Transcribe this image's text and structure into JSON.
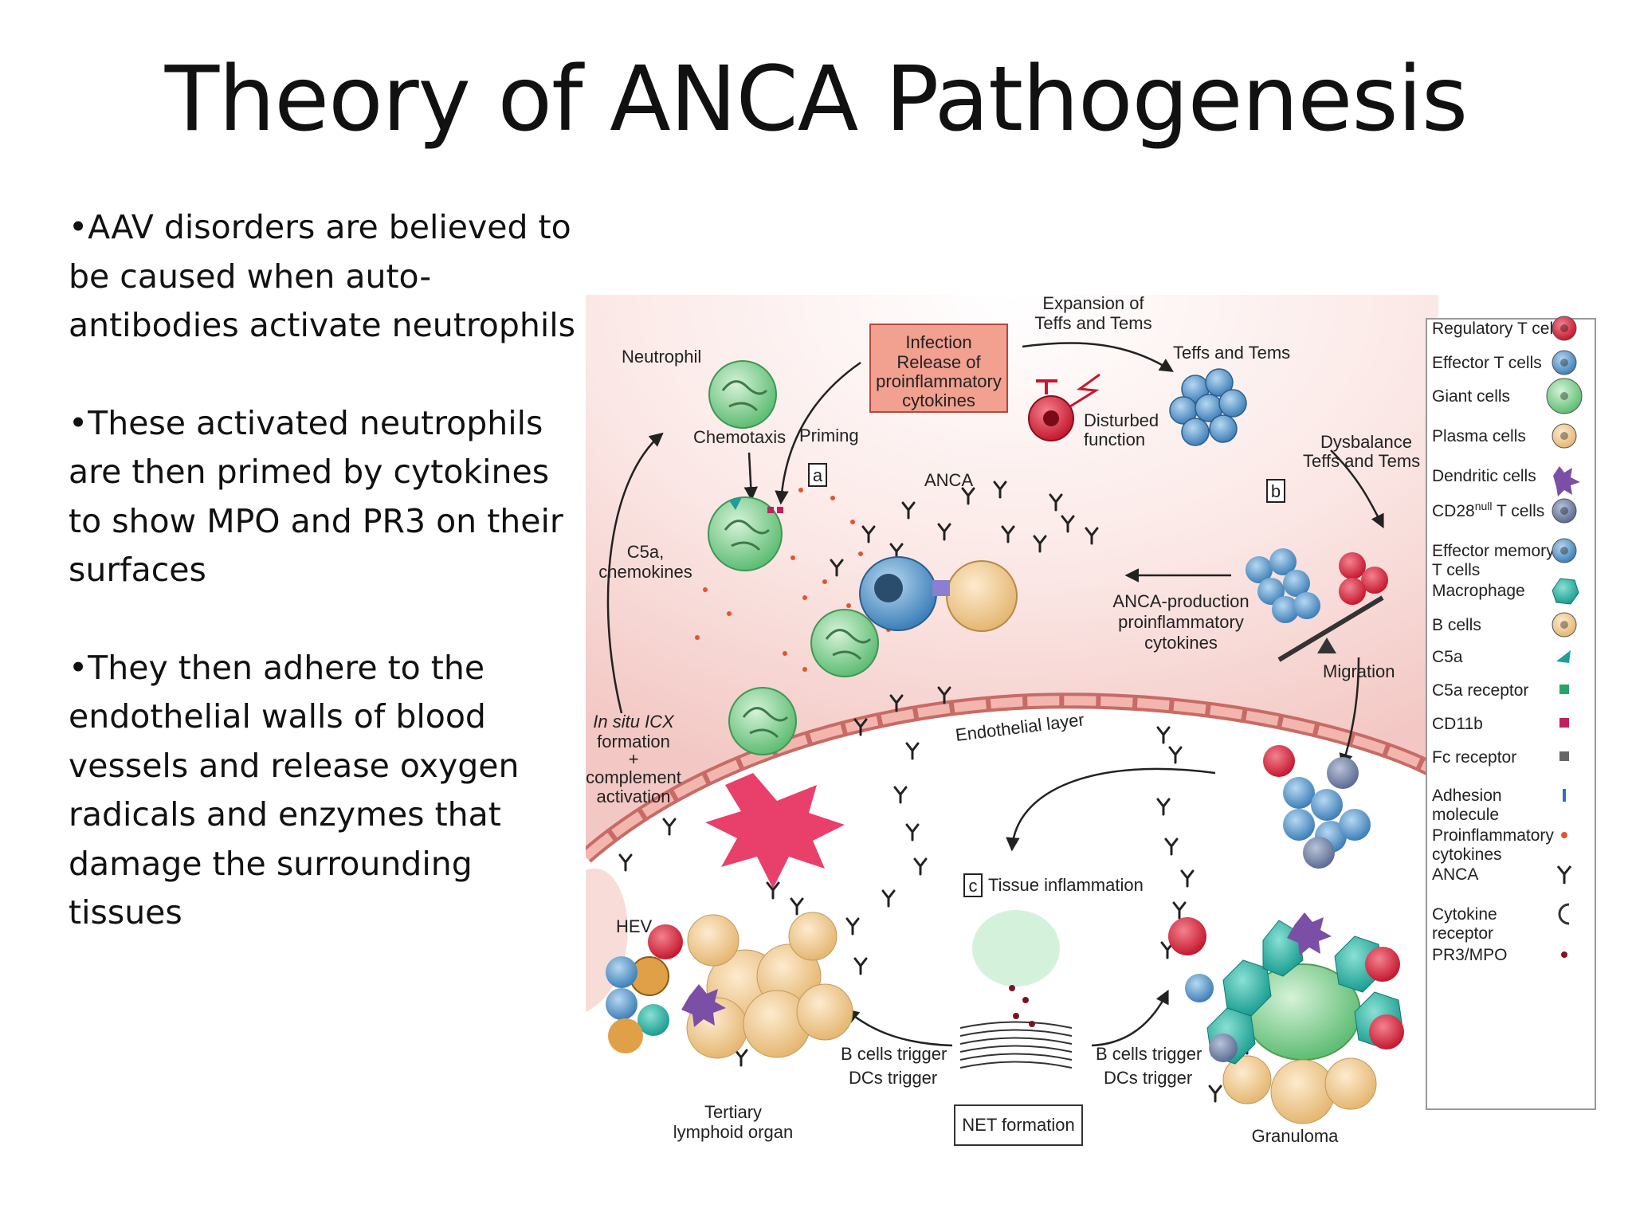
{
  "slide": {
    "title": "Theory of ANCA Pathogenesis",
    "bullets": [
      "•AAV disorders are believed to be caused when auto-antibodies activate neutrophils",
      "•These activated neutrophils are then primed by cytokines to show MPO and PR3 on their surfaces",
      "•They then adhere to the endothelial walls of blood vessels and release oxygen radicals and enzymes that damage the surrounding tissues"
    ]
  },
  "diagram": {
    "labels": {
      "infection_box": [
        "Infection",
        "Release of",
        "proinflammatory",
        "cytokines"
      ],
      "expansion": [
        "Expansion of",
        "Teffs and Tems"
      ],
      "teffs_tems": "Teffs and Tems",
      "disturbed": [
        "Disturbed",
        "function"
      ],
      "neutrophil": "Neutrophil",
      "chemotaxis": "Chemotaxis",
      "priming": "Priming",
      "panel_a": "a",
      "panel_b": "b",
      "panel_c": "c",
      "anca": "ANCA",
      "dysbalance": [
        "Dysbalance",
        "Teffs and Tems"
      ],
      "c5a_chemokines": [
        "C5a,",
        "chemokines"
      ],
      "anca_production": [
        "ANCA-production",
        "proinflammatory",
        "cytokines"
      ],
      "migration": "Migration",
      "endothelial_layer": "Endothelial layer",
      "insitu": [
        "In situ ICX",
        "formation",
        "+",
        "complement",
        "activation"
      ],
      "tissue_inflammation": "Tissue inflammation",
      "hev": "HEV",
      "b_cells_trigger": "B cells trigger",
      "dcs_trigger": "DCs trigger",
      "net_formation": "NET formation",
      "tertiary": [
        "Tertiary",
        "lymphoid organ"
      ],
      "granuloma": "Granuloma"
    },
    "legend": [
      {
        "label": "Regulatory T cells",
        "icon": "red-cell"
      },
      {
        "label": "Effector T cells",
        "icon": "blue-cell"
      },
      {
        "label": "Giant cells",
        "icon": "green-giant-cell"
      },
      {
        "label": "Plasma cells",
        "icon": "tan-cell"
      },
      {
        "label": "Dendritic cells",
        "icon": "purple-star-cell"
      },
      {
        "label": "CD28",
        "sup": "null",
        "suffix": " T cells",
        "icon": "slate-cell"
      },
      {
        "label": "Effector memory T cells",
        "icon": "teal-blue-cell"
      },
      {
        "label": "Macrophage",
        "icon": "teal-cell"
      },
      {
        "label": "B cells",
        "icon": "beige-cell"
      },
      {
        "label": "C5a",
        "icon": "teal-triangle"
      },
      {
        "label": "C5a receptor",
        "icon": "green-receptor"
      },
      {
        "label": "CD11b",
        "icon": "magenta-receptor"
      },
      {
        "label": "Fc receptor",
        "icon": "gray-receptor"
      },
      {
        "label": "Adhesion molecule",
        "icon": "blue-bar"
      },
      {
        "label": "Proinflammatory cytokines",
        "icon": "orange-dot"
      },
      {
        "label": "ANCA",
        "icon": "antibody"
      },
      {
        "label": "Cytokine receptor",
        "icon": "crescent"
      },
      {
        "label": "PR3/MPO",
        "icon": "maroon-dot"
      }
    ],
    "colors": {
      "vessel": "#f6d3d0",
      "red_cell": "#d3283f",
      "blue_cell": "#4f90c6",
      "neutrophil": "#8ed19a",
      "plasma": "#f0c98e",
      "purple": "#7b4fa6",
      "teal": "#2bb5a6",
      "infection_box": "#f2a08f",
      "lesion": "#e8406a"
    }
  }
}
